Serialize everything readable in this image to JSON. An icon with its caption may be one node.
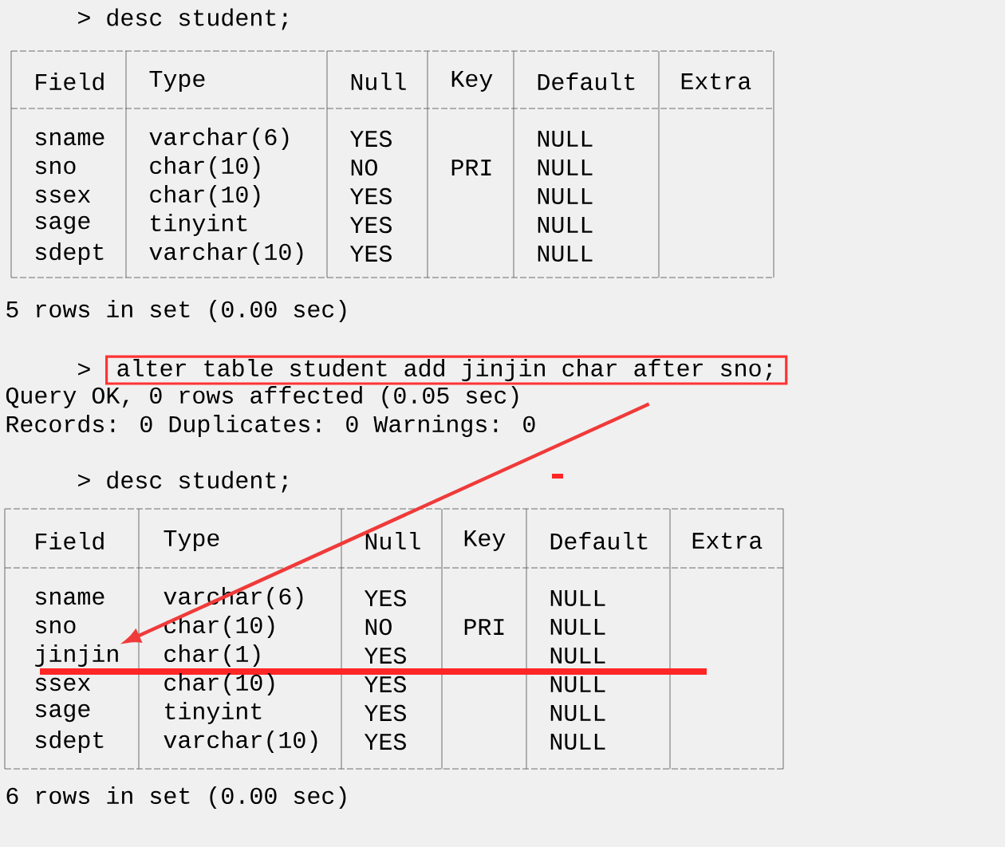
{
  "diagram": {
    "nodes": [
      {
        "text": [
          "alter table student add jinjin char after sno;"
        ]
      },
      {
        "text": [
          "jinjin"
        ]
      }
    ],
    "edges": [
      {
        "from": 0,
        "to": 1,
        "arrow": "to",
        "color": "#f03a3a"
      }
    ],
    "labels": [
      "> desc student;",
      "Field",
      "Type",
      "Null",
      "Key",
      "Default",
      "Extra",
      "sname",
      "varchar(6)",
      "YES",
      "NULL",
      "sno",
      "char(10)",
      "NO",
      "PRI",
      "NULL",
      "ssex",
      "char(10)",
      "YES",
      "NULL",
      "sage",
      "tinyint",
      "YES",
      "NULL",
      "sdept",
      "varchar(10)",
      "YES",
      "NULL",
      "5 rows in set (0.00 sec)",
      ">",
      "Query OK, 0 rows affected (0.05 sec)",
      "Records: 0  Duplicates: 0  Warnings: 0",
      "> desc student;",
      "Field",
      "Type",
      "Null",
      "Key",
      "Default",
      "Extra",
      "sname",
      "varchar(6)",
      "YES",
      "NULL",
      "sno",
      "char(10)",
      "NO",
      "PRI",
      "NULL",
      "char(1)",
      "YES",
      "NULL",
      "ssex",
      "char(10)",
      "YES",
      "NULL",
      "sage",
      "tinyint",
      "YES",
      "NULL",
      "sdept",
      "varchar(10)",
      "YES",
      "NULL",
      "6 rows in set (0.00 sec)"
    ]
  }
}
